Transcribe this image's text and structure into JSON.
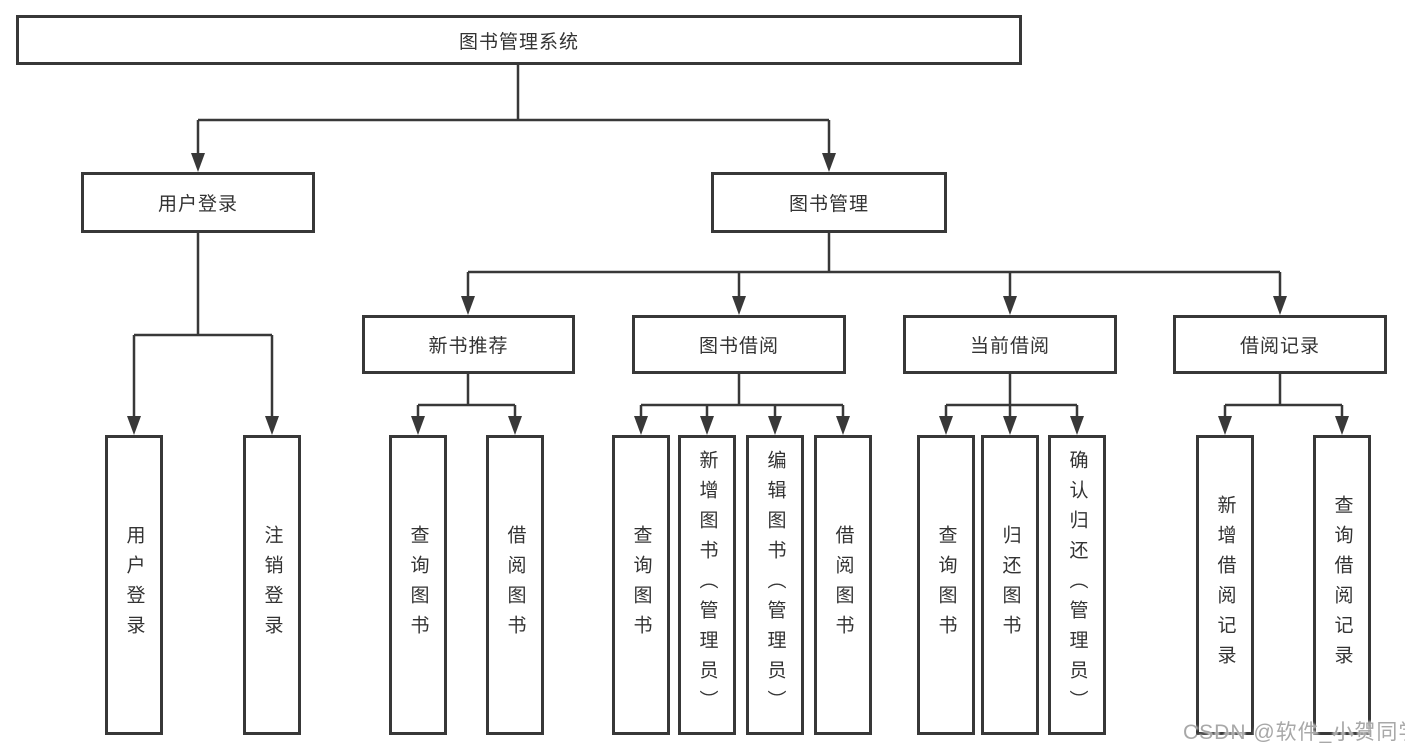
{
  "diagram": {
    "title": "图书管理系统",
    "level2": {
      "user_login": {
        "label": "用户登录",
        "children": {
          "login": "用户登录",
          "logout": "注销登录"
        }
      },
      "book_mgmt": {
        "label": "图书管理",
        "sections": {
          "new_book_rec": {
            "label": "新书推荐",
            "children": {
              "query_books": "查询图书",
              "borrow_books": "借阅图书"
            }
          },
          "book_borrow": {
            "label": "图书借阅",
            "children": {
              "query_books": "查询图书",
              "add_books": "新增图书（管理员）",
              "edit_books": "编辑图书（管理员）",
              "borrow_books": "借阅图书"
            }
          },
          "current_borrow": {
            "label": "当前借阅",
            "children": {
              "query_books": "查询图书",
              "return_books": "归还图书",
              "confirm_return": "确认归还（管理员）"
            }
          },
          "borrow_records": {
            "label": "借阅记录",
            "children": {
              "add_record": "新增借阅记录",
              "query_record": "查询借阅记录"
            }
          }
        }
      }
    }
  },
  "colors": {
    "line": "#383838",
    "text": "#333333",
    "watermark": "#a8a8a8"
  },
  "watermark": "CSDN @软件_小贺同学"
}
